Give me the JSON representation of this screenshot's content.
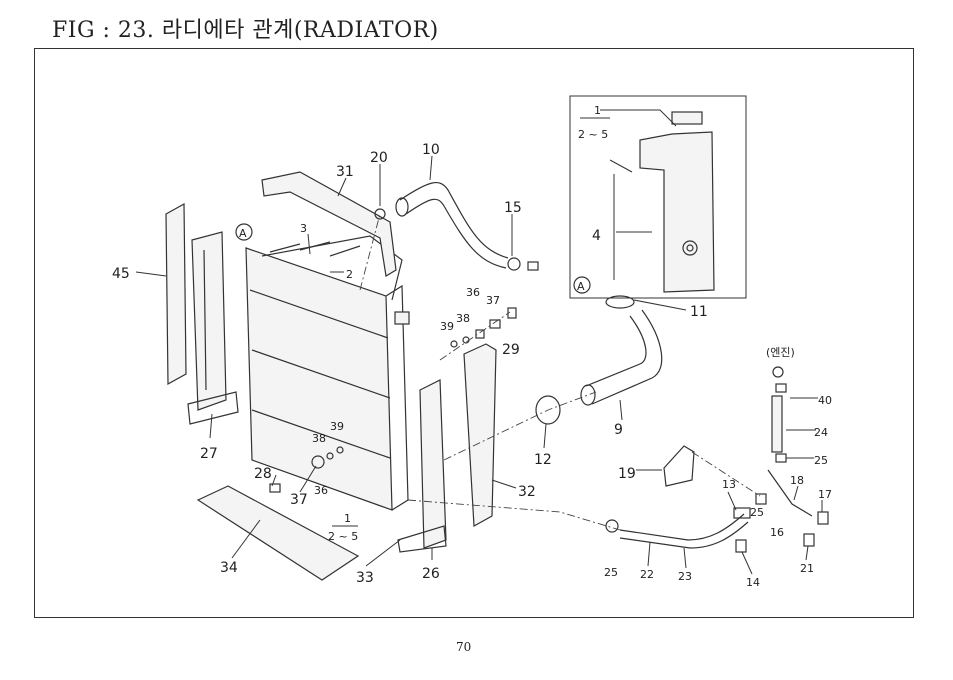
{
  "title": "FIG : 23. 라디에타 관계(RADIATOR)",
  "page_number": "70",
  "inset": {
    "marker": "A",
    "fraction_top": "1",
    "fraction_bottom": "2 ~ 5",
    "label_4": "4"
  },
  "callouts": {
    "c45": "45",
    "c27": "27",
    "c28": "28",
    "c37a": "37",
    "c36a": "36",
    "c38a": "38",
    "c39a": "39",
    "c34": "34",
    "c33": "33",
    "c26": "26",
    "c32": "32",
    "c12": "12",
    "c3": "3",
    "c2": "2",
    "c31": "31",
    "c20": "20",
    "c10": "10",
    "c15": "15",
    "c11": "11",
    "c9": "9",
    "c39b": "39",
    "c38b": "38",
    "c36b": "36",
    "c37b": "37",
    "c29": "29",
    "c19": "19",
    "c13": "13",
    "c25a": "25",
    "c22": "22",
    "c23": "23",
    "c14": "14",
    "c25b": "25",
    "c16": "16",
    "c18": "18",
    "c17": "17",
    "c21": "21",
    "c24": "24",
    "c25c": "25",
    "c40": "40",
    "engine": "(엔진)",
    "frac_bottom_top": "1",
    "frac_bottom_bottom": "2 ~ 5",
    "marker_a": "A"
  }
}
